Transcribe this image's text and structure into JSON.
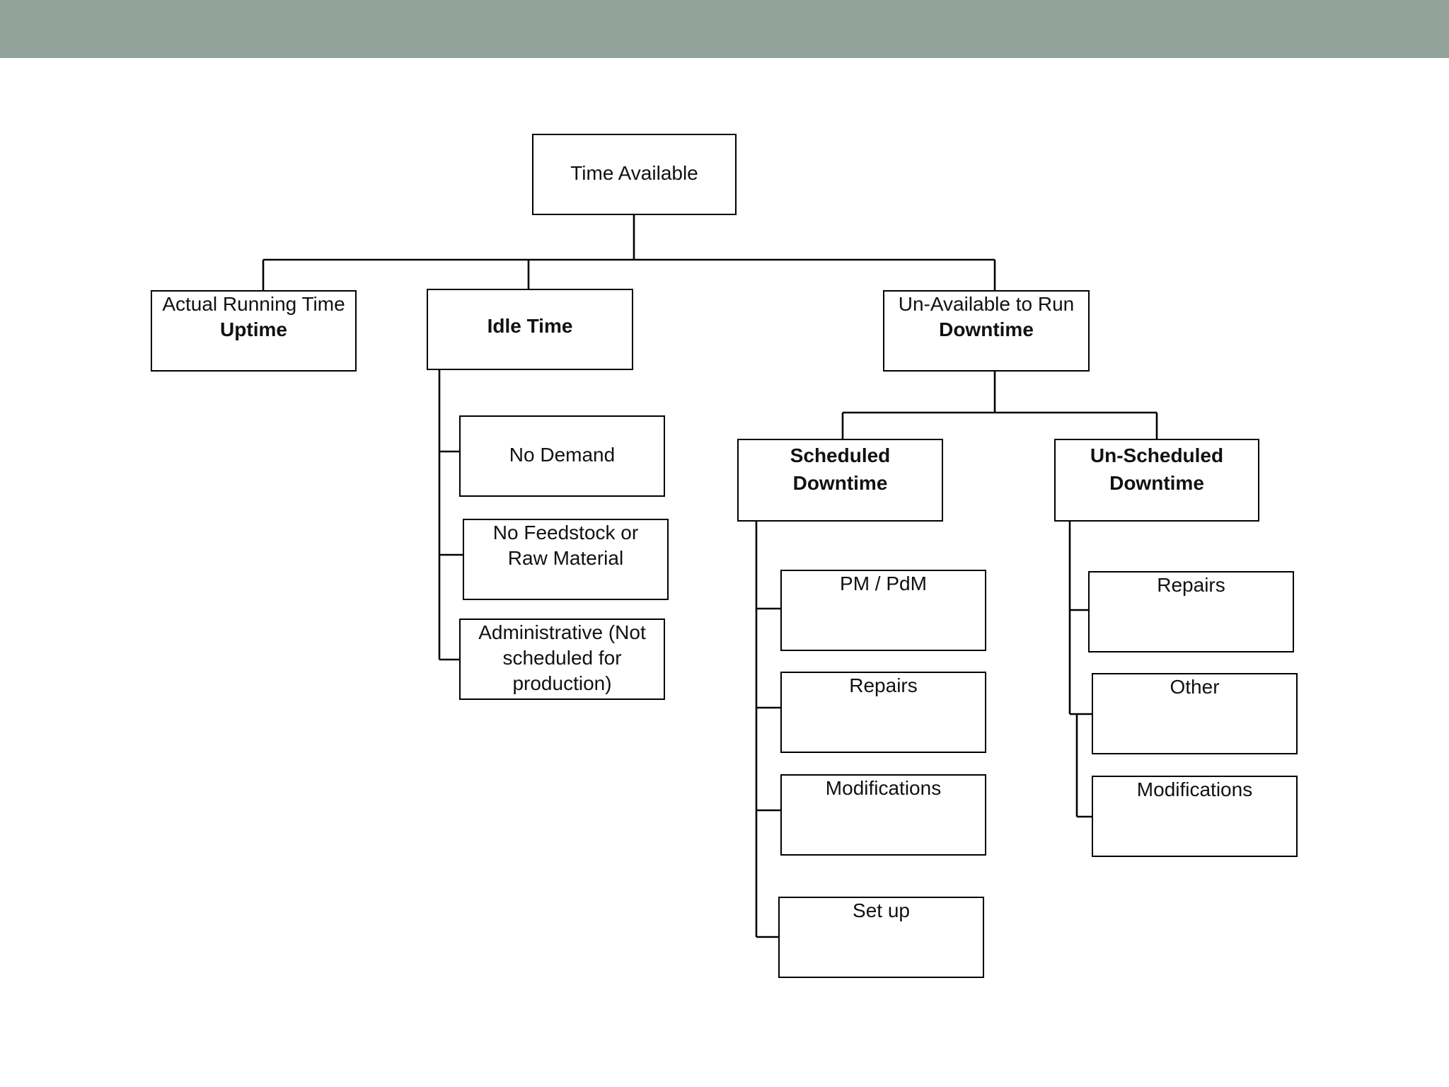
{
  "diagram": {
    "root": {
      "label": "Time Available"
    },
    "level1": {
      "uptime": {
        "line1": "Actual Running Time",
        "line2": "Uptime"
      },
      "idle": {
        "label": "Idle Time"
      },
      "unavailable": {
        "line1": "Un-Available to Run",
        "line2": "Downtime"
      }
    },
    "idle_children": {
      "no_demand": {
        "label": "No Demand"
      },
      "no_feedstock": {
        "line1": "No Feedstock  or",
        "line2": "Raw Material"
      },
      "administrative": {
        "line1": "Administrative (Not",
        "line2": "scheduled for",
        "line3": "production)"
      }
    },
    "downtime": {
      "scheduled": {
        "line1": "Scheduled",
        "line2": "Downtime"
      },
      "unscheduled": {
        "line1": "Un-Scheduled",
        "line2": "Downtime"
      }
    },
    "scheduled_children": {
      "pm_pdm": "PM / PdM",
      "repairs": "Repairs",
      "modifications": "Modifications",
      "set_up": "Set up"
    },
    "unscheduled_children": {
      "repairs": "Repairs",
      "other": "Other",
      "modifications": "Modifications"
    }
  }
}
